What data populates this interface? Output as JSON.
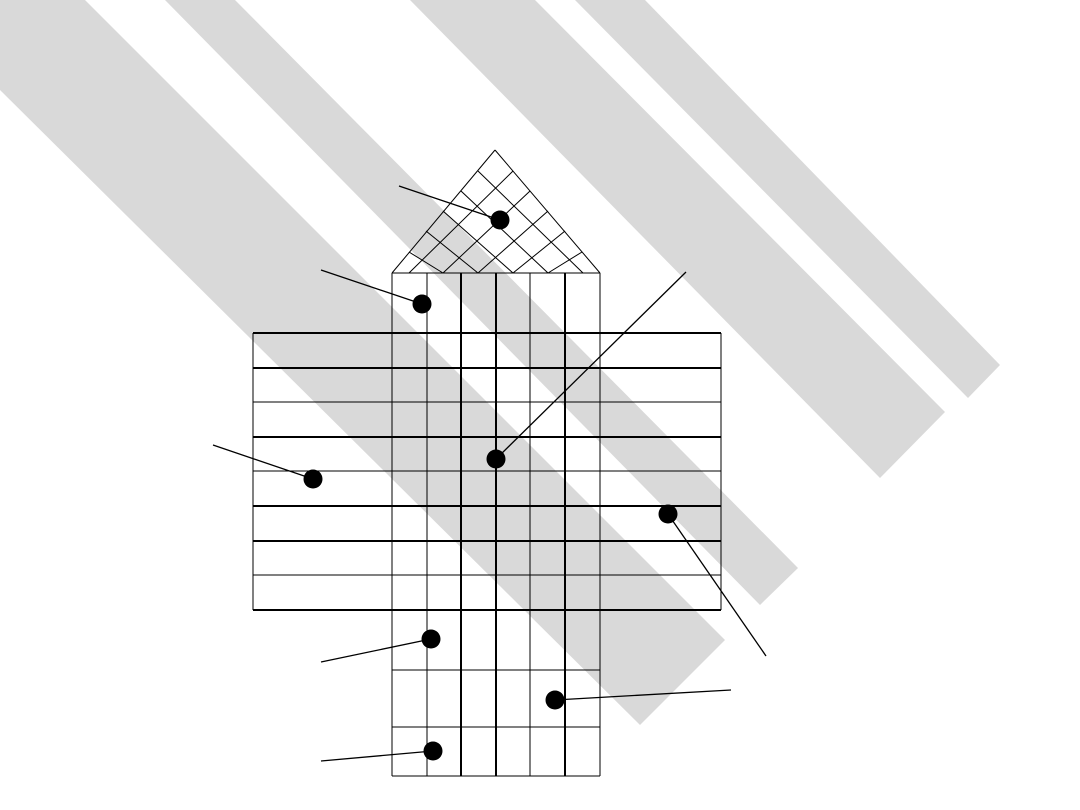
{
  "diagram": {
    "colors": {
      "background": "#ffffff",
      "band": "#d9d9d9",
      "line": "#000000",
      "dot": "#000000"
    },
    "callouts": [
      {
        "id": "roof"
      },
      {
        "id": "tower-top"
      },
      {
        "id": "left-wing"
      },
      {
        "id": "center"
      },
      {
        "id": "right-wing"
      },
      {
        "id": "lower-upper"
      },
      {
        "id": "lower-middle"
      },
      {
        "id": "lower-bottom"
      }
    ]
  }
}
